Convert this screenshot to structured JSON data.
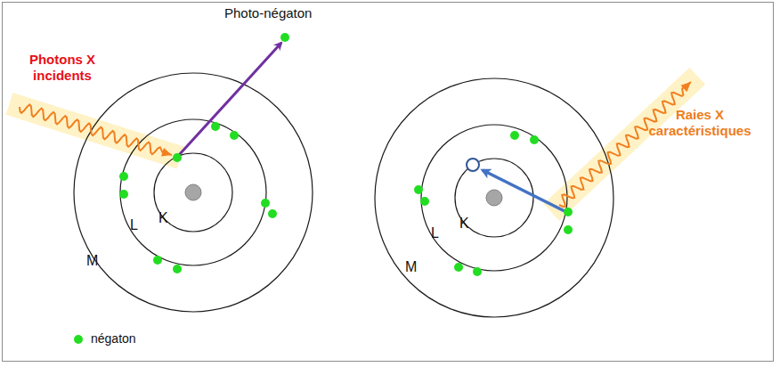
{
  "diagram": {
    "labels": [
      "Photo-négaton",
      "Photons X incidents",
      "Raies X caractéristiques",
      "K",
      "L",
      "M",
      "K",
      "L",
      "M"
    ],
    "legend": [
      {
        "text": "négaton",
        "color": "#22dd22"
      }
    ]
  }
}
